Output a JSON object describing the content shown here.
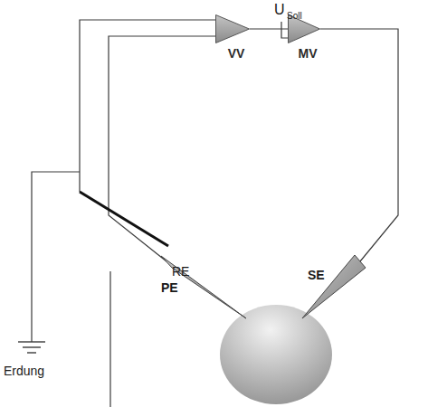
{
  "diagram": {
    "nodes": [
      {
        "text": [
          "VV"
        ]
      },
      {
        "text": [
          "MV"
        ]
      }
    ],
    "edges": [
      {
        "from": 0,
        "to": 1,
        "arrow": "none"
      }
    ],
    "labels": [
      "U",
      "Soll",
      "PE",
      "SE",
      "RE",
      "Erdung"
    ]
  }
}
